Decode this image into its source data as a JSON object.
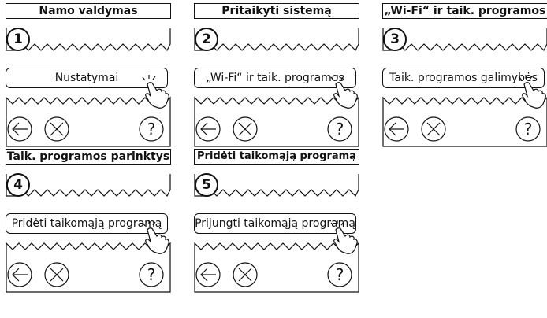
{
  "panels": [
    {
      "title": "Namo valdymas",
      "step": "1",
      "button": "Nustatymai",
      "help_symbol": "?"
    },
    {
      "title": "Pritaikyti sistemą",
      "step": "2",
      "button": "„Wi-Fi“ ir taik. programos",
      "help_symbol": "?"
    },
    {
      "title": "„Wi-Fi“ ir taik. programos",
      "step": "3",
      "button": "Taik. programos galimybės",
      "help_symbol": "?"
    },
    {
      "title": "Taik. programos parinktys",
      "step": "4",
      "button": "Pridėti taikomąją programą",
      "help_symbol": "?"
    },
    {
      "title": "Pridėti taikomąją programą",
      "step": "5",
      "button": "Prijungti taikomąją programą",
      "help_symbol": "?"
    }
  ],
  "icons": {
    "back": "back-arrow-icon",
    "cancel": "cancel-x-icon",
    "help": "help-question-icon",
    "pointer": "pointing-hand-icon"
  }
}
